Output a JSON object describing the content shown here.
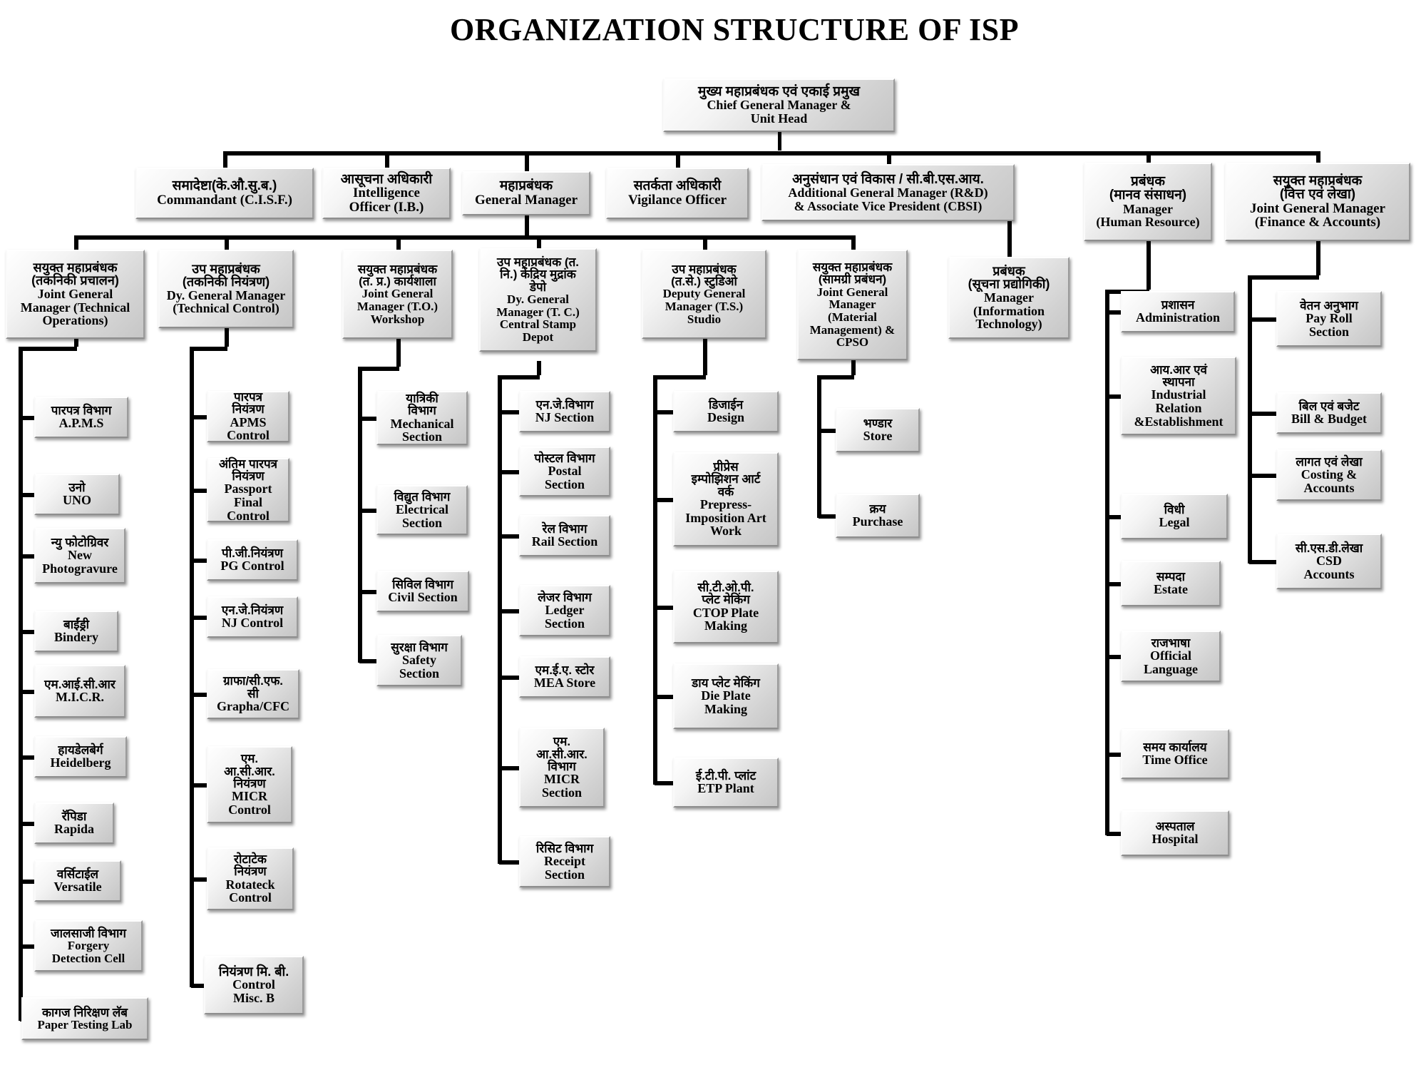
{
  "title": "ORGANIZATION STRUCTURE OF ISP",
  "root": {
    "hi": "मुख्य महाप्रबंधक एवं एकाई प्रमुख",
    "en": "Chief General Manager &\nUnit Head"
  },
  "level2": [
    {
      "hi": "समादेष्टा(के.औ.सु.ब.)",
      "en": "Commandant (C.I.S.F.)"
    },
    {
      "hi": "आसूचना अधिकारी",
      "en": "Intelligence\nOfficer (I.B.)"
    },
    {
      "hi": "महाप्रबंधक",
      "en": "General Manager"
    },
    {
      "hi": "सतर्कता अधिकारी",
      "en": "Vigilance Officer"
    },
    {
      "hi": "अनुसंधान  एवं विकास / सी.बी.एस.आय.",
      "en": "Additional General Manager (R&D)\n& Associate Vice President (CBSI)"
    },
    {
      "hi": "प्रबंधक\n(मानव संसाधन)",
      "en": "Manager\n(Human Resource)"
    },
    {
      "hi": "सयुक्त महाप्रबंधक\n(वित्त एवं लेखा)",
      "en": "Joint General Manager\n(Finance & Accounts)"
    }
  ],
  "level3": [
    {
      "hi": "सयुक्त महाप्रबंधक\n(तकनिकी प्रचालन)",
      "en": "Joint General\nManager (Technical\nOperations)"
    },
    {
      "hi": "उप महाप्रबंधक\n(तकनिकी नियंत्रण)",
      "en": "Dy. General Manager\n(Technical Control)"
    },
    {
      "hi": "सयुक्त महाप्रबंधक\n(त. प्र.) कार्यशाला",
      "en": "Joint General\nManager (T.O.)\nWorkshop"
    },
    {
      "hi": "उप महाप्रबंधक (त.\nनि.) केंद्रिय मुद्रांक\nडेपो",
      "en": "Dy. General\nManager (T. C.)\nCentral Stamp\nDepot"
    },
    {
      "hi": "उप महाप्रबंधक\n(त.से.) स्टुडिओ",
      "en": "Deputy General\nManager (T.S.)\nStudio"
    },
    {
      "hi": "सयुक्त महाप्रबंधक\n(सामग्री प्रबंधन)",
      "en": "Joint General\nManager\n(Material\nManagement)  &\nCPSO"
    },
    {
      "hi": "प्रबंधक\n(सूचना प्रद्योगिकी)",
      "en": "Manager\n(Information\nTechnology)"
    }
  ],
  "col_technical_operations": [
    {
      "hi": "पारपत्र विभाग",
      "en": "A.P.M.S"
    },
    {
      "hi": "उनो",
      "en": "UNO"
    },
    {
      "hi": "न्यु फोटोग्रिवर",
      "en": "New\nPhotogravure"
    },
    {
      "hi": "बाईंड्री",
      "en": "Bindery"
    },
    {
      "hi": "एम.आई.सी.आर",
      "en": "M.I.C.R."
    },
    {
      "hi": "हायडेलबेर्ग",
      "en": "Heidelberg"
    },
    {
      "hi": "रॅपिडा",
      "en": "Rapida"
    },
    {
      "hi": "वर्सिटाईल",
      "en": "Versatile"
    },
    {
      "hi": "जालसाजी विभाग",
      "en": "Forgery\nDetection Cell"
    },
    {
      "hi": "कागज निरिक्षण लॅब",
      "en": "Paper Testing Lab"
    }
  ],
  "col_technical_control": [
    {
      "hi": "पारपत्र\nनियंत्रण",
      "en": "APMS\nControl"
    },
    {
      "hi": "अंतिम पारपत्र\nनियंत्रण",
      "en": "Passport\nFinal\nControl"
    },
    {
      "hi": "पी.जी.नियंत्रण",
      "en": "PG Control"
    },
    {
      "hi": "एन.जे.नियंत्रण",
      "en": "NJ Control"
    },
    {
      "hi": "ग्राफा/सी.एफ.\nसी",
      "en": "Grapha/CFC"
    },
    {
      "hi": "एम.\nआ.सी.आर.\nनियंत्रण",
      "en": "MICR\nControl"
    },
    {
      "hi": "रोटाटेक\nनियंत्रण",
      "en": "Rotateck\nControl"
    },
    {
      "hi": "नियंत्रण  मि. बी.",
      "en": "Control\nMisc. B"
    }
  ],
  "col_workshop": [
    {
      "hi": "यात्रिकी\nविभाग",
      "en": "Mechanical\nSection"
    },
    {
      "hi": "विद्युत विभाग",
      "en": "Electrical\nSection"
    },
    {
      "hi": "सिविल विभाग",
      "en": "Civil Section"
    },
    {
      "hi": "सुरक्षा विभाग",
      "en": "Safety\nSection"
    }
  ],
  "col_central_stamp_depot": [
    {
      "hi": "एन.जे.विभाग",
      "en": "NJ Section"
    },
    {
      "hi": "पोस्टल विभाग",
      "en": "Postal\nSection"
    },
    {
      "hi": "रेल विभाग",
      "en": "Rail Section"
    },
    {
      "hi": "लेजर विभाग",
      "en": "Ledger\nSection"
    },
    {
      "hi": "एम.ई.ए. स्टोर",
      "en": "MEA Store"
    },
    {
      "hi": "एम.\nआ.सी.आर.\nविभाग",
      "en": "MICR\nSection"
    },
    {
      "hi": "रिसिट विभाग",
      "en": "Receipt\nSection"
    }
  ],
  "col_studio": [
    {
      "hi": "डिजाईन",
      "en": "Design"
    },
    {
      "hi": "प्रीप्रेस\nइम्पोझिशन आर्ट\nवर्क",
      "en": "Prepress-\nImposition Art\nWork"
    },
    {
      "hi": "सी.टी.ओ.पी.\nप्लेट  मेकिंग",
      "en": "CTOP Plate\nMaking"
    },
    {
      "hi": "डाय प्लेट  मेकिंग",
      "en": "Die Plate\nMaking"
    },
    {
      "hi": "ई.टी.पी.  प्लांट",
      "en": "ETP Plant"
    }
  ],
  "col_material_management": [
    {
      "hi": "भण्डार",
      "en": "Store"
    },
    {
      "hi": "क्रय",
      "en": "Purchase"
    }
  ],
  "col_human_resource": [
    {
      "hi": "प्रशासन",
      "en": "Administration"
    },
    {
      "hi": "आय.आर एवं\nस्थापना",
      "en": "Industrial\nRelation\n&Establishment"
    },
    {
      "hi": "विधी",
      "en": "Legal"
    },
    {
      "hi": "सम्पदा",
      "en": "Estate"
    },
    {
      "hi": "राजभाषा",
      "en": "Official\nLanguage"
    },
    {
      "hi": "समय कार्यालय",
      "en": "Time Office"
    },
    {
      "hi": "अस्पताल",
      "en": "Hospital"
    }
  ],
  "col_finance_accounts": [
    {
      "hi": "वेतन अनुभाग",
      "en": "Pay Roll\nSection"
    },
    {
      "hi": "बिल एवं बजेट",
      "en": "Bill & Budget"
    },
    {
      "hi": "लागत एवं लेखा",
      "en": "Costing &\nAccounts"
    },
    {
      "hi": "सी.एस.डी.लेखा",
      "en": "CSD\nAccounts"
    }
  ]
}
